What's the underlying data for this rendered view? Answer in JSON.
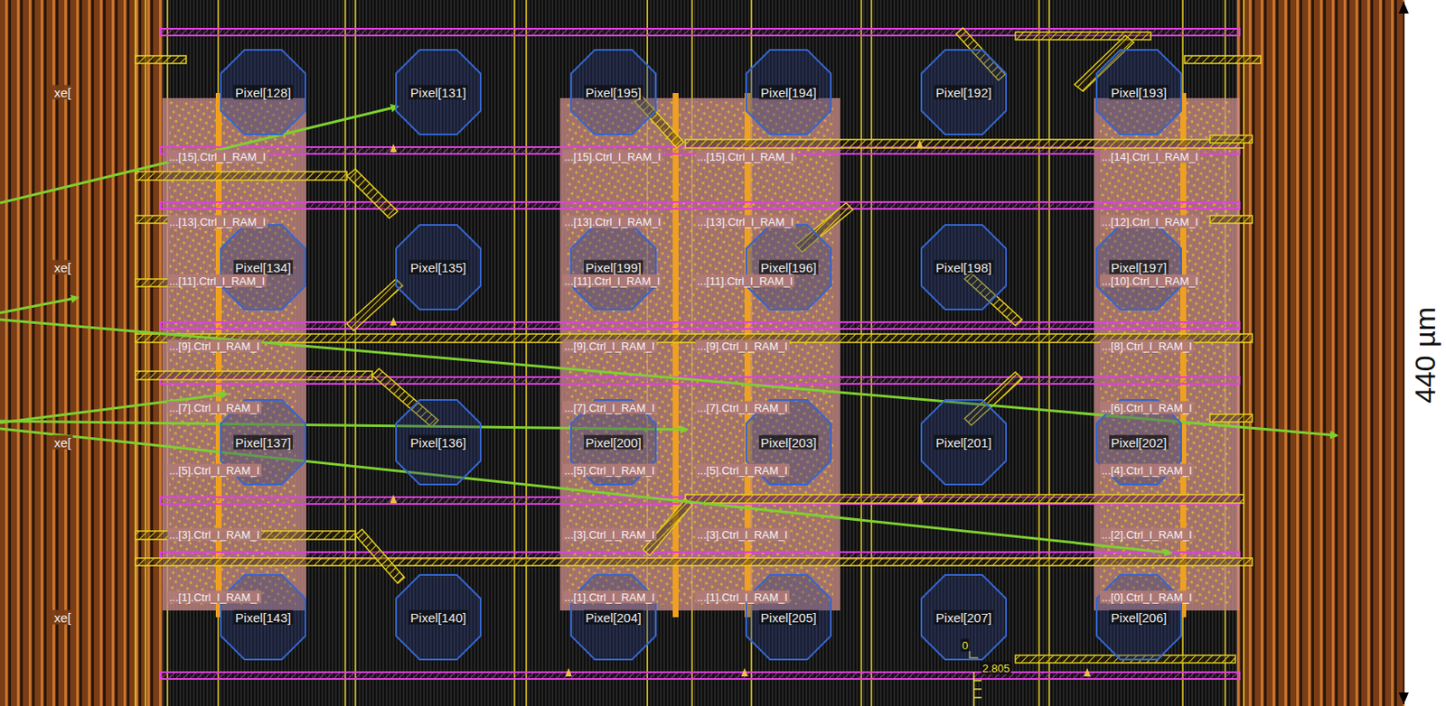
{
  "diagram": {
    "nodes": [
      {
        "text": [
          "Pixel[128]"
        ]
      },
      {
        "text": [
          "Pixel[131]"
        ]
      },
      {
        "text": [
          "Pixel[195]"
        ]
      },
      {
        "text": [
          "Pixel[194]"
        ]
      },
      {
        "text": [
          "Pixel[192]"
        ]
      },
      {
        "text": [
          "Pixel[193]"
        ]
      },
      {
        "text": [
          "Pixel[134]"
        ]
      },
      {
        "text": [
          "Pixel[135]"
        ]
      },
      {
        "text": [
          "Pixel[199]"
        ]
      },
      {
        "text": [
          "Pixel[196]"
        ]
      },
      {
        "text": [
          "Pixel[198]"
        ]
      },
      {
        "text": [
          "Pixel[197]"
        ]
      },
      {
        "text": [
          "Pixel[137]"
        ]
      },
      {
        "text": [
          "Pixel[136]"
        ]
      },
      {
        "text": [
          "Pixel[200]"
        ]
      },
      {
        "text": [
          "Pixel[203]"
        ]
      },
      {
        "text": [
          "Pixel[201]"
        ]
      },
      {
        "text": [
          "Pixel[202]"
        ]
      },
      {
        "text": [
          "Pixel[143]"
        ]
      },
      {
        "text": [
          "Pixel[140]"
        ]
      },
      {
        "text": [
          "Pixel[204]"
        ]
      },
      {
        "text": [
          "Pixel[205]"
        ]
      },
      {
        "text": [
          "Pixel[207]"
        ]
      },
      {
        "text": [
          "Pixel[206]"
        ]
      }
    ],
    "labels": [
      "...[15].Ctrl_I_RAM_I",
      "...[15].Ctrl_I_RAM_I",
      "...[15].Ctrl_I_RAM_I",
      "...[14].Ctrl_I_RAM_I",
      "...[13].Ctrl_I_RAM_I",
      "...[13].Ctrl_I_RAM_I",
      "...[13].Ctrl_I_RAM_I",
      "...[12].Ctrl_I_RAM_I",
      "...[11].Ctrl_I_RAM_I",
      "...[11].Ctrl_I_RAM_I",
      "...[11].Ctrl_I_RAM_I",
      "...[10].Ctrl_I_RAM_I",
      "...[9].Ctrl_I_RAM_I",
      "...[9].Ctrl_I_RAM_I",
      "...[9].Ctrl_I_RAM_I",
      "...[8].Ctrl_I_RAM_I",
      "...[7].Ctrl_I_RAM_I",
      "...[7].Ctrl_I_RAM_I",
      "...[7].Ctrl_I_RAM_I",
      "...[6].Ctrl_I_RAM_I",
      "...[5].Ctrl_I_RAM_I",
      "...[5].Ctrl_I_RAM_I",
      "...[5].Ctrl_I_RAM_I",
      "...[4].Ctrl_I_RAM_I",
      "...[3].Ctrl_I_RAM_I",
      "...[3].Ctrl_I_RAM_I",
      "...[3].Ctrl_I_RAM_I",
      "...[2].Ctrl_I_RAM_I",
      "...[1].Ctrl_I_RAM_I",
      "...[1].Ctrl_I_RAM_I",
      "...[1].Ctrl_I_RAM_I",
      "...[0].Ctrl_I_RAM_I",
      "xe[",
      "xe[",
      "xe[",
      "xe[",
      "0",
      "2.805",
      "440 µm"
    ]
  }
}
